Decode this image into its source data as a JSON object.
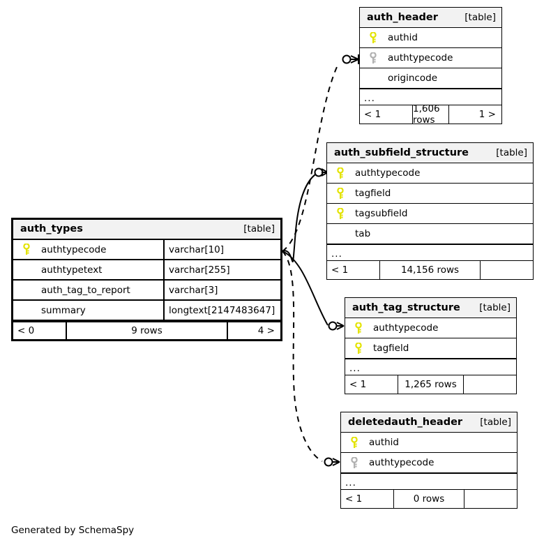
{
  "diagram": {
    "generator_note": "Generated by SchemaSpy",
    "table_tag": "[table]",
    "ellipsis": "...",
    "colors": {
      "primary_key": "#e3e300",
      "index_key": "#b0b0b0",
      "header_bg": "#f2f2f2",
      "border": "#000000",
      "background": "#ffffff"
    }
  },
  "tables": [
    {
      "id": "auth_types",
      "name": "auth_types",
      "tag": "[table]",
      "emphasized": true,
      "columns": [
        {
          "name": "authtypecode",
          "type": "varchar[10]",
          "key": "primary"
        },
        {
          "name": "authtypetext",
          "type": "varchar[255]",
          "key": "none"
        },
        {
          "name": "auth_tag_to_report",
          "type": "varchar[3]",
          "key": "none"
        },
        {
          "name": "summary",
          "type": "longtext[2147483647]",
          "key": "none"
        }
      ],
      "has_ellipsis": false,
      "footer": {
        "left": "< 0",
        "center": "9 rows",
        "right": "4 >"
      }
    },
    {
      "id": "auth_header",
      "name": "auth_header",
      "tag": "[table]",
      "emphasized": false,
      "columns": [
        {
          "name": "authid",
          "type": "",
          "key": "primary"
        },
        {
          "name": "authtypecode",
          "type": "",
          "key": "index"
        },
        {
          "name": "origincode",
          "type": "",
          "key": "none"
        }
      ],
      "has_ellipsis": true,
      "footer": {
        "left": "< 1",
        "center": "1,606 rows",
        "right": "1 >"
      }
    },
    {
      "id": "auth_subfield_structure",
      "name": "auth_subfield_structure",
      "tag": "[table]",
      "emphasized": false,
      "columns": [
        {
          "name": "authtypecode",
          "type": "",
          "key": "primary"
        },
        {
          "name": "tagfield",
          "type": "",
          "key": "primary"
        },
        {
          "name": "tagsubfield",
          "type": "",
          "key": "primary"
        },
        {
          "name": "tab",
          "type": "",
          "key": "none"
        }
      ],
      "has_ellipsis": true,
      "footer": {
        "left": "< 1",
        "center": "14,156 rows",
        "right": ""
      }
    },
    {
      "id": "auth_tag_structure",
      "name": "auth_tag_structure",
      "tag": "[table]",
      "emphasized": false,
      "columns": [
        {
          "name": "authtypecode",
          "type": "",
          "key": "primary"
        },
        {
          "name": "tagfield",
          "type": "",
          "key": "primary"
        }
      ],
      "has_ellipsis": true,
      "footer": {
        "left": "< 1",
        "center": "1,265 rows",
        "right": ""
      }
    },
    {
      "id": "deletedauth_header",
      "name": "deletedauth_header",
      "tag": "[table]",
      "emphasized": false,
      "columns": [
        {
          "name": "authid",
          "type": "",
          "key": "primary"
        },
        {
          "name": "authtypecode",
          "type": "",
          "key": "index"
        }
      ],
      "has_ellipsis": true,
      "footer": {
        "left": "< 1",
        "center": "0 rows",
        "right": ""
      }
    }
  ],
  "relationships": [
    {
      "from": "auth_types.authtypecode",
      "to": "auth_header.authtypecode",
      "style": "dashed",
      "cardinality": "zero-or-many"
    },
    {
      "from": "auth_types.authtypecode",
      "to": "auth_subfield_structure.authtypecode",
      "style": "solid",
      "cardinality": "zero-or-many"
    },
    {
      "from": "auth_types.authtypecode",
      "to": "auth_tag_structure.authtypecode",
      "style": "solid",
      "cardinality": "zero-or-many"
    },
    {
      "from": "auth_types.authtypecode",
      "to": "deletedauth_header.authtypecode",
      "style": "dashed",
      "cardinality": "zero-or-many"
    }
  ]
}
